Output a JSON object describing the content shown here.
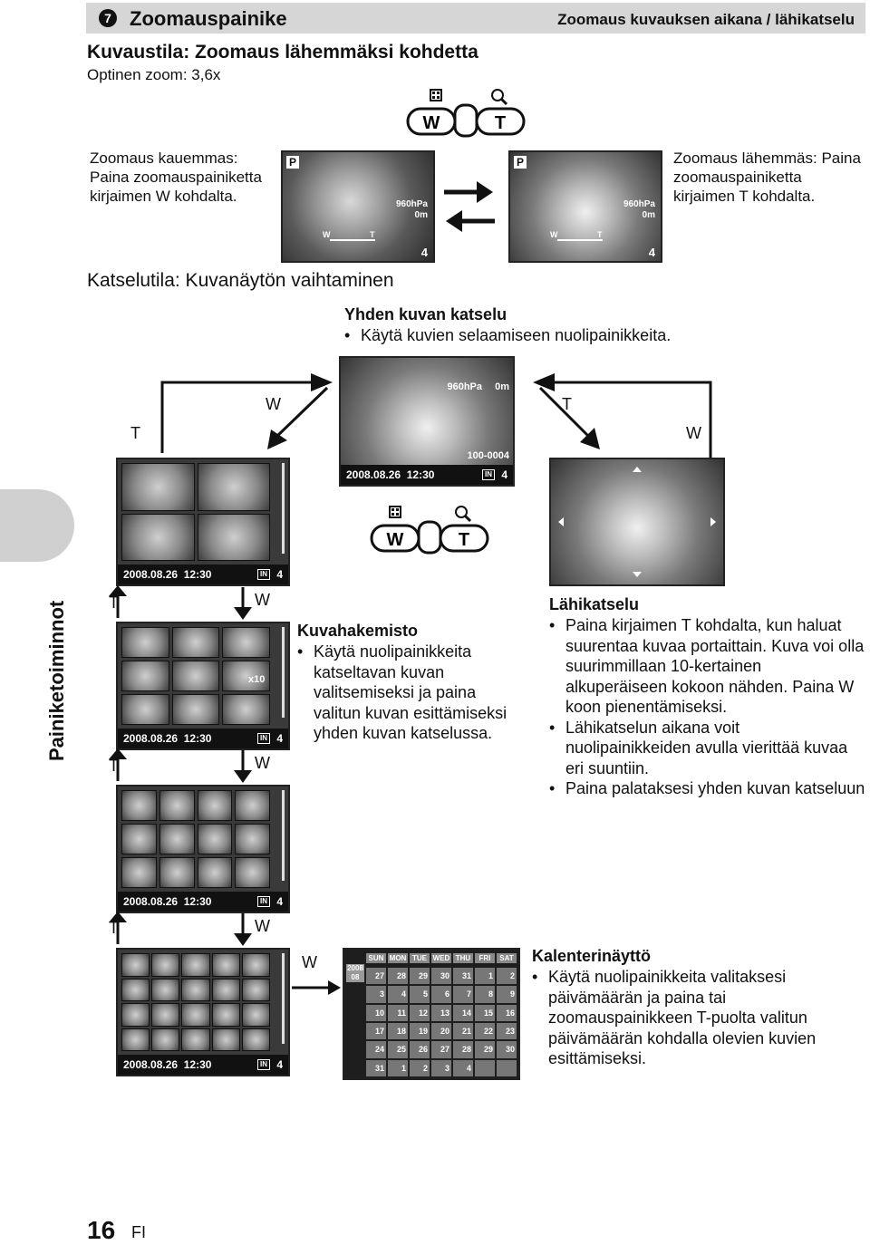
{
  "header": {
    "number": "7",
    "title": "Zoomauspainike",
    "subtitle": "Zoomaus kuvauksen aikana / lähikatselu"
  },
  "shooting": {
    "heading": "Kuvaustila: Zoomaus lähemmäksi kohdetta",
    "optical_zoom": "Optinen zoom: 3,6x",
    "zoom_out_text": "Zoomaus kauemmas: Paina zoomauspainiketta kirjaimen W kohdalta.",
    "zoom_in_text": "Zoomaus lähemmäs: Paina zoomauspainiketta kirjaimen T kohdalta.",
    "screen_mode": "P",
    "screen_pressure": "960hPa",
    "screen_altitude": "0m",
    "screen_count": "4",
    "screen_w": "W",
    "screen_t": "T"
  },
  "zoom_button": {
    "w": "W",
    "t": "T"
  },
  "playback": {
    "heading": "Katselutila: Kuvanäytön vaihtaminen",
    "single_title": "Yhden kuvan katselu",
    "single_bullet": "Käytä kuvien selaamiseen nuolipainikkeita.",
    "single_pressure": "960hPa",
    "single_altitude": "0m",
    "single_file": "100-0004",
    "single_date": "2008.08.26",
    "single_time": "12:30",
    "single_count": "4"
  },
  "index": {
    "title": "Kuvahakemisto",
    "bullet": "Käytä nuolipainikkeita katseltavan kuvan valitsemiseksi ja paina  valitun kuvan esittämiseksi yhden kuvan katselussa.",
    "date": "2008.08.26",
    "time": "12:30",
    "count": "4",
    "x10": "x10"
  },
  "closeup": {
    "title": "Lähikatselu",
    "bullets": [
      "Paina kirjaimen T kohdalta, kun haluat suurentaa kuvaa portaittain. Kuva voi olla suurimmillaan 10-kertainen alkuperäiseen kokoon nähden. Paina W koon pienentämiseksi.",
      "Lähikatselun aikana voit nuolipainikkeiden avulla vierittää kuvaa eri suuntiin.",
      "Paina  palataksesi yhden kuvan katseluun"
    ]
  },
  "calendar": {
    "title": "Kalenterinäyttö",
    "bullet": "Käytä nuolipainikkeita valitaksesi päivämäärän ja paina  tai zoomauspainikkeen T-puolta valitun päivämäärän kohdalla olevien kuvien esittämiseksi.",
    "year": "2008",
    "month": "08",
    "days_header": [
      "SUN",
      "MON",
      "TUE",
      "WED",
      "THU",
      "FRI",
      "SAT"
    ],
    "days": [
      "27",
      "28",
      "29",
      "30",
      "31",
      "1",
      "2",
      "3",
      "4",
      "5",
      "6",
      "7",
      "8",
      "9",
      "10",
      "11",
      "12",
      "13",
      "14",
      "15",
      "16",
      "17",
      "18",
      "19",
      "20",
      "21",
      "22",
      "23",
      "24",
      "25",
      "26",
      "27",
      "28",
      "29",
      "30",
      "31",
      "1",
      "2",
      "3",
      "4",
      "",
      ""
    ]
  },
  "labels": {
    "w": "W",
    "t": "T"
  },
  "side_tab": "Painiketoiminnot",
  "footer": {
    "page": "16",
    "lang": "FI"
  }
}
